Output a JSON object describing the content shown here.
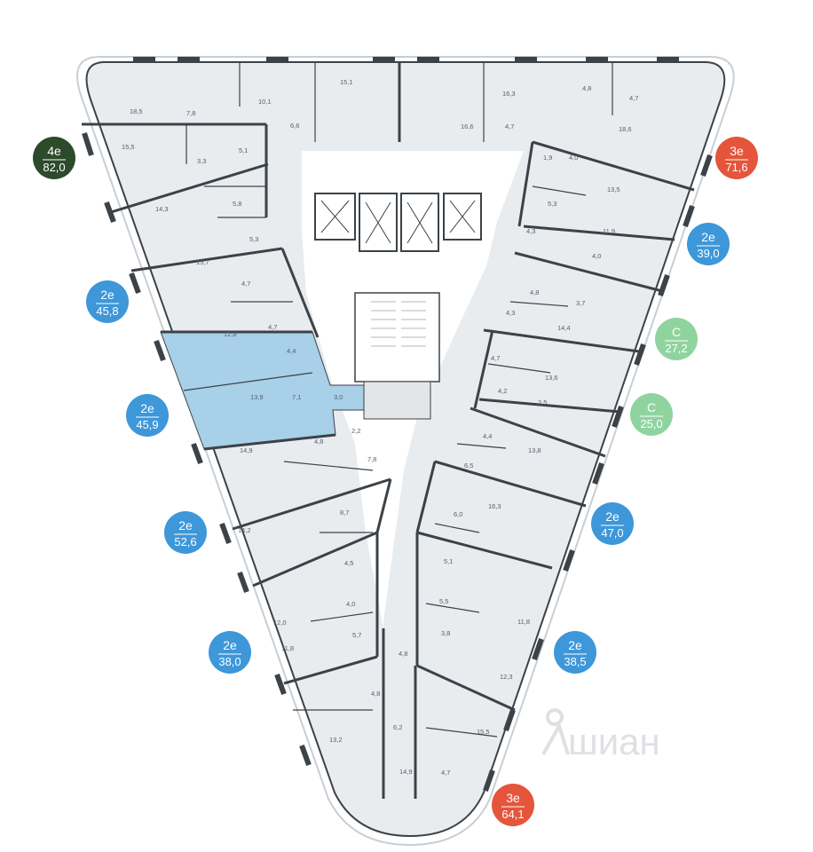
{
  "colors": {
    "background": "#ffffff",
    "floor": "#e9ecef",
    "wall": "#3b4248",
    "core": "#ffffff",
    "selected_unit": "#a8d0e8",
    "badge_two_room": "#3d97d9",
    "badge_studio": "#8fd49f",
    "badge_three_room": "#e4553b",
    "badge_four_room": "#2d4a2b"
  },
  "watermark": "шиан",
  "badges": [
    {
      "type": "4е",
      "area": "82,0",
      "color": "#2d4a2b"
    },
    {
      "type": "3е",
      "area": "71,6",
      "color": "#e4553b"
    },
    {
      "type": "2е",
      "area": "39,0",
      "color": "#3d97d9"
    },
    {
      "type": "2е",
      "area": "45,8",
      "color": "#3d97d9"
    },
    {
      "type": "С",
      "area": "27,2",
      "color": "#8fd49f"
    },
    {
      "type": "2е",
      "area": "45,9",
      "color": "#3d97d9"
    },
    {
      "type": "С",
      "area": "25,0",
      "color": "#8fd49f"
    },
    {
      "type": "2е",
      "area": "52,6",
      "color": "#3d97d9"
    },
    {
      "type": "2е",
      "area": "47,0",
      "color": "#3d97d9"
    },
    {
      "type": "2е",
      "area": "38,0",
      "color": "#3d97d9"
    },
    {
      "type": "2е",
      "area": "38,5",
      "color": "#3d97d9"
    },
    {
      "type": "3е",
      "area": "64,1",
      "color": "#e4553b"
    }
  ],
  "room_areas": [
    "18,5",
    "7,8",
    "10,1",
    "15,1",
    "6,6",
    "16,3",
    "4,8",
    "4,7",
    "16,6",
    "4,7",
    "18,6",
    "15,5",
    "3,3",
    "5,1",
    "1,9",
    "4,0",
    "13,5",
    "5,8",
    "14,3",
    "5,3",
    "5,3",
    "4,3",
    "11,9",
    "15,7",
    "4,7",
    "4,0",
    "4,8",
    "3,7",
    "4,3",
    "12,8",
    "4,7",
    "4,4",
    "14,4",
    "4,7",
    "13,6",
    "13,9",
    "7,1",
    "3,0",
    "4,2",
    "2,5",
    "4,4",
    "14,9",
    "4,8",
    "2,2",
    "7,8",
    "13,8",
    "6,5",
    "8,7",
    "6,0",
    "16,3",
    "14,2",
    "4,5",
    "5,1",
    "4,0",
    "5,5",
    "12,0",
    "5,7",
    "3,8",
    "11,8",
    "11,8",
    "4,8",
    "12,3",
    "4,8",
    "13,2",
    "6,2",
    "15,5",
    "14,9",
    "4,7"
  ]
}
